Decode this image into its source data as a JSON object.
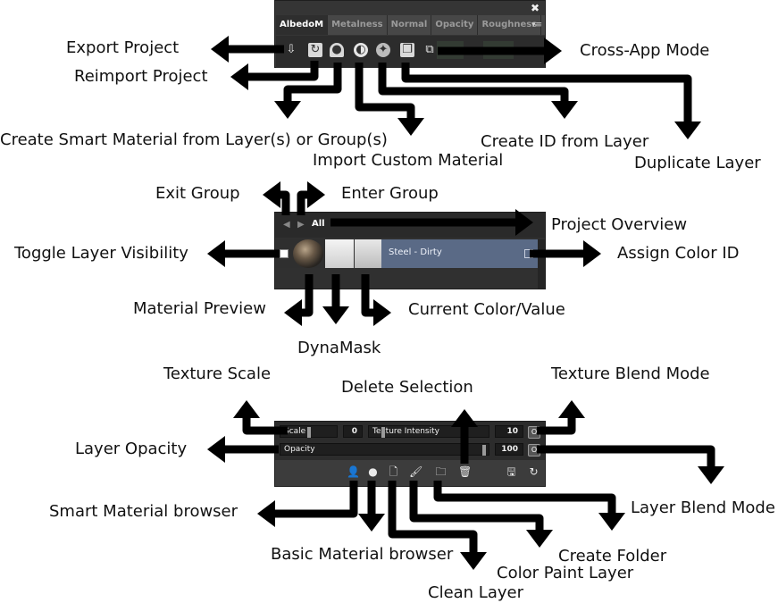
{
  "panel_top": {
    "close_glyph": "✖",
    "tabs": [
      "AlbedoM",
      "Metalness",
      "Normal",
      "Opacity",
      "Roughness"
    ],
    "active_tab": "AlbedoM",
    "menu_glyph": "▾≡",
    "toolbar_icons": [
      "export-icon",
      "reimport-icon",
      "smart-material-icon",
      "import-custom-material-icon",
      "create-id-icon",
      "duplicate-layer-icon",
      "cross-app-icon"
    ]
  },
  "panel_mid": {
    "nav_back": "◀",
    "nav_fwd": "▶",
    "all_label": "All",
    "layer_name": "Steel - Dirty"
  },
  "panel_bot": {
    "scale_label": "Scale",
    "scale_value": "0",
    "texture_intensity_label": "Texture Intensity",
    "texture_intensity_value": "10",
    "opacity_label": "Opacity",
    "opacity_value": "100",
    "mode_glyph": "O",
    "footer_icons": [
      "smart-material-browser-icon",
      "basic-material-browser-icon",
      "clean-layer-icon",
      "color-paint-layer-icon",
      "create-folder-icon",
      "delete-selection-icon",
      "save-icon",
      "refresh-icon"
    ]
  },
  "annotations": {
    "export_project": "Export Project",
    "reimport_project": "Reimport Project",
    "cross_app_mode": "Cross-App Mode",
    "create_smart_material": "Create Smart Material from Layer(s) or Group(s)",
    "import_custom_material": "Import Custom Material",
    "create_id_from_layer": "Create ID from Layer",
    "duplicate_layer": "Duplicate Layer",
    "exit_group": "Exit Group",
    "enter_group": "Enter Group",
    "project_overview": "Project Overview",
    "toggle_layer_visibility": "Toggle Layer Visibility",
    "assign_color_id": "Assign Color ID",
    "material_preview": "Material Preview",
    "dynamask": "DynaMask",
    "current_color_value": "Current Color/Value",
    "texture_scale": "Texture Scale",
    "delete_selection": "Delete Selection",
    "texture_blend_mode": "Texture Blend Mode",
    "layer_opacity": "Layer Opacity",
    "layer_blend_mode": "Layer Blend Mode",
    "smart_material_browser": "Smart Material browser",
    "basic_material_browser": "Basic Material browser",
    "create_folder": "Create Folder",
    "color_paint_layer": "Color Paint Layer",
    "clean_layer": "Clean Layer"
  }
}
